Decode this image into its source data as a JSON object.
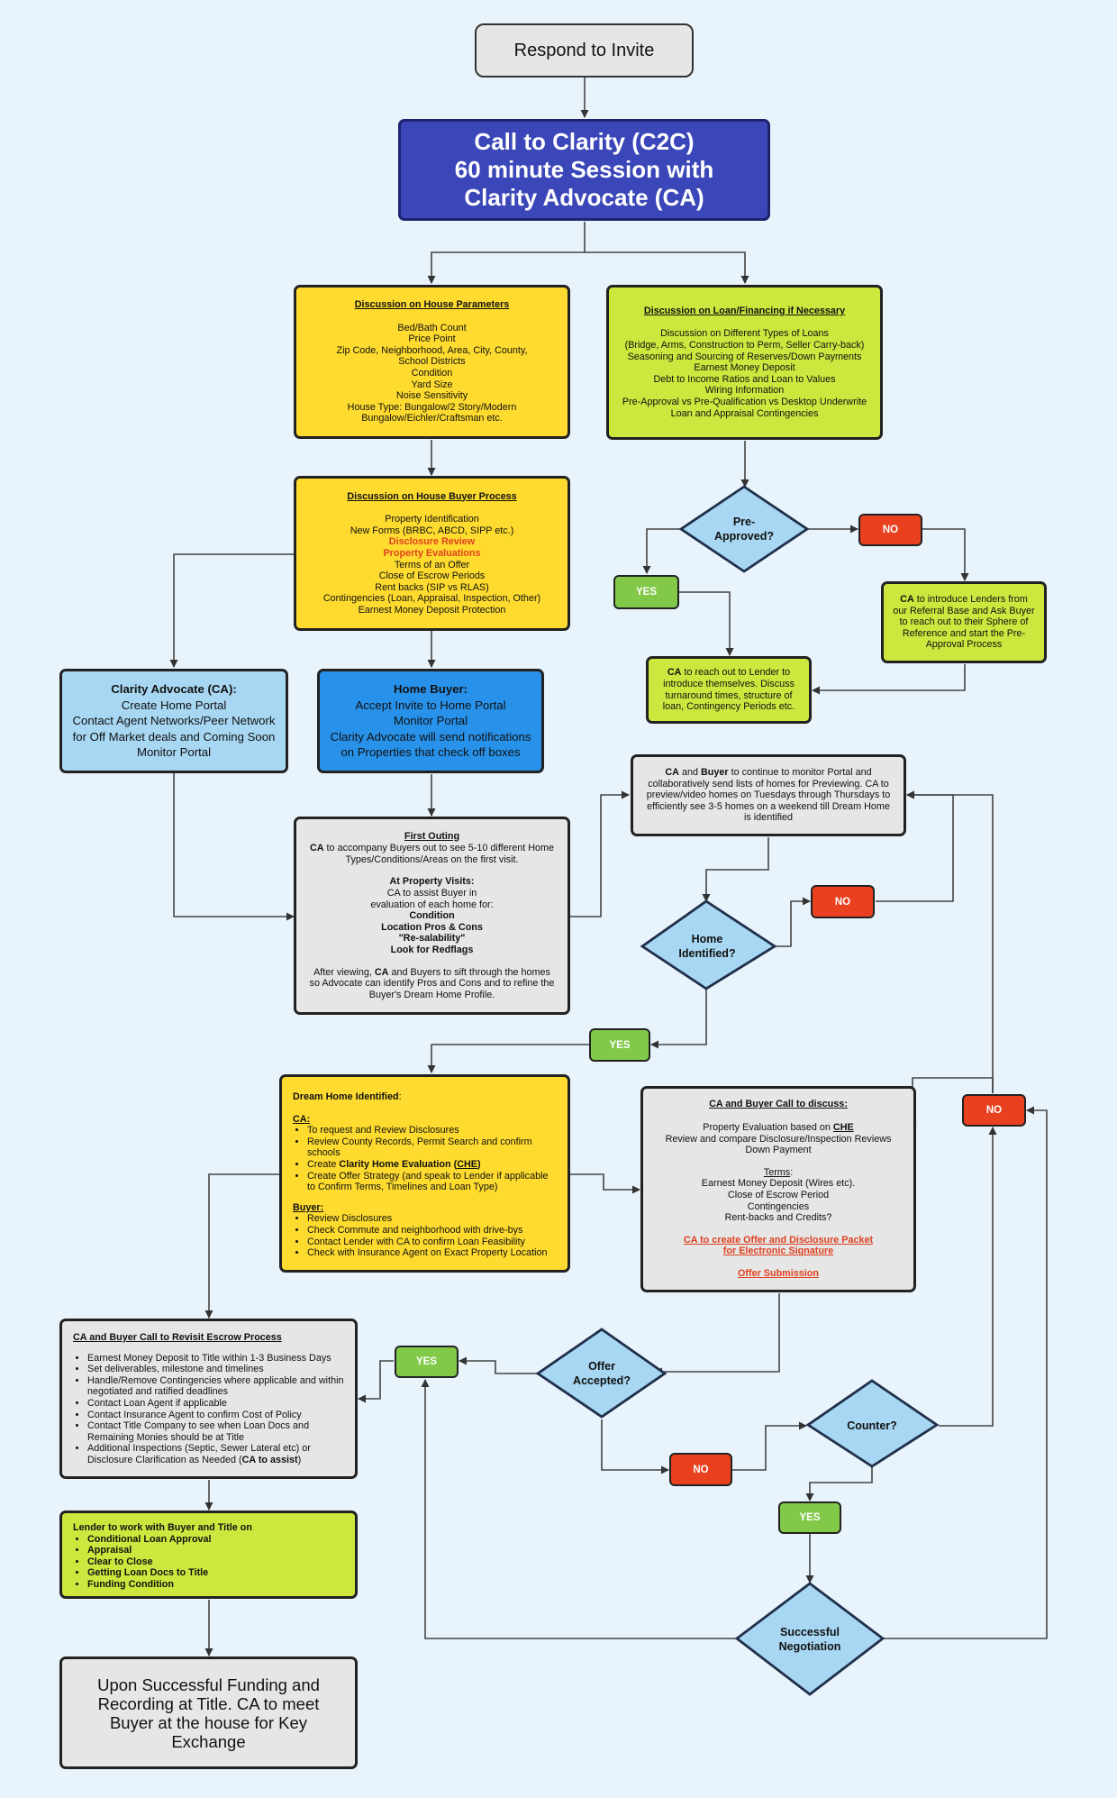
{
  "start": {
    "label": "Respond to Invite"
  },
  "c2c": {
    "line1": "Call to Clarity (C2C)",
    "line2": "60 minute Session with",
    "line3": "Clarity Advocate (CA)"
  },
  "house_params": {
    "title": "Discussion on House Parameters",
    "items": [
      "Bed/Bath Count",
      "Price Point",
      "Zip Code, Neighborhood, Area, City, County,",
      "School Districts",
      "Condition",
      "Yard Size",
      "Noise Sensitivity",
      "House Type: Bungalow/2 Story/Modern",
      "Bungalow/Eichler/Craftsman etc."
    ]
  },
  "loan": {
    "title": "Discussion on Loan/Financing if Necessary",
    "items": [
      "Discussion on Different Types of Loans",
      "(Bridge, Arms, Construction to Perm, Seller Carry-back)",
      "Seasoning and Sourcing of Reserves/Down Payments",
      "Earnest Money Deposit",
      "Debt to Income Ratios and Loan to Values",
      "Wiring Information",
      "Pre-Approval vs Pre-Qualification vs Desktop Underwrite",
      "Loan and Appraisal Contingencies"
    ]
  },
  "buyer_process": {
    "title": "Discussion on House Buyer Process",
    "item1": "Property Identification",
    "item2": "New Forms (BRBC, ABCD, SIPP etc.)",
    "item3": "Disclosure Review",
    "item4": "Property Evaluations",
    "item5": "Terms of an Offer",
    "item6": "Close of Escrow Periods",
    "item7": "Rent backs (SIP vs RLAS)",
    "item8": "Contingencies (Loan, Appraisal, Inspection, Other)",
    "item9": "Earnest Money Deposit Protection"
  },
  "pre_approved": {
    "line1": "Pre-",
    "line2": "Approved?",
    "no": "NO",
    "yes": "YES"
  },
  "ca_lenders": {
    "bold": "CA",
    "text": " to introduce Lenders from our Referral Base and Ask Buyer to reach out to their Sphere of Reference and start the Pre-Approval Process"
  },
  "ca_lender_reach": {
    "bold": "CA",
    "text": " to reach out to Lender to introduce themselves. Discuss turnaround times, structure of loan, Contingency Periods etc."
  },
  "clarity_advocate": {
    "title": "Clarity Advocate (CA):",
    "l1": "Create Home Portal",
    "l2": "Contact Agent Networks/Peer Network",
    "l3": "for Off Market deals and Coming Soon",
    "l4": "Monitor Portal"
  },
  "home_buyer": {
    "title": "Home Buyer:",
    "l1": "Accept Invite to Home Portal",
    "l2": "Monitor Portal",
    "l3": "Clarity Advocate will send notifications",
    "l4": "on Properties that check off boxes"
  },
  "first_outing": {
    "title": "First Outing",
    "ca": "CA",
    "l1": " to accompany Buyers out to see 5-10 different Home Types/Conditions/Areas on the first visit.",
    "visits": "At Property Visits:",
    "v1": "CA to assist Buyer in",
    "v2": "evaluation of each home for:",
    "b1": "Condition",
    "b2": "Location Pros & Cons",
    "b3": "\"Re-salability\"",
    "b4": "Look for Redflags",
    "after1": "After viewing, ",
    "after_ca": "CA",
    "after2": " and Buyers to sift through the homes so Advocate can identify Pros and Cons and to refine the Buyer's Dream Home Profile."
  },
  "monitor": {
    "b1": "CA",
    "t1": " and ",
    "b2": "Buyer",
    "t2": " to continue to monitor Portal and collaboratively send lists of homes for Previewing. CA to preview/video homes on Tuesdays through Thursdays to efficiently see 3-5 homes on a weekend till Dream Home is identified"
  },
  "home_identified": {
    "line1": "Home",
    "line2": "Identified?",
    "no": "NO",
    "yes": "YES"
  },
  "dream_home": {
    "title": "Dream Home Identified",
    "colon": ":",
    "ca_label": "CA",
    "ca_items": [
      "To request and Review Disclosures",
      "Review County Records, Permit Search and confirm schools"
    ],
    "ca_item3_pre": "Create ",
    "ca_item3_bold": "Clarity Home Evaluation (",
    "ca_item3_che": "CHE",
    "ca_item3_end": ")",
    "ca_item4": "Create Offer Strategy (and speak to Lender if applicable to Confirm Terms, Timelines and Loan Type)",
    "buyer_label": "Buyer",
    "buyer_items": [
      "Review Disclosures",
      "Check Commute and neighborhood with drive-bys",
      "Contact Lender with CA to confirm Loan Feasibility",
      "Check with Insurance Agent on Exact Property Location"
    ]
  },
  "ca_buyer_call": {
    "title": "CA and Buyer Call to discuss:",
    "p1": "Property Evaluation based on ",
    "p1_che": "CHE",
    "p2": "Review and compare Disclosure/Inspection Reviews",
    "p3": "Down Payment",
    "terms": "Terms",
    "terms_colon": ":",
    "t1": "Earnest Money Deposit (Wires etc).",
    "t2": "Close of Escrow Period",
    "t3": "Contingencies",
    "t4": "Rent-backs and Credits?",
    "red1": "CA to create Offer and Disclosure Packet",
    "red2": "for Electronic Signature",
    "red3": "Offer Submission"
  },
  "escrow": {
    "title": "CA and Buyer Call to Revisit Escrow Process",
    "items": [
      "Earnest Money Deposit to Title within 1-3 Business Days",
      "Set deliverables, milestone and timelines",
      "Handle/Remove Contingencies where applicable and within negotiated and ratified deadlines",
      "Contact Loan Agent if applicable",
      "Contact Insurance Agent to confirm Cost of Policy",
      "Contact Title Company to see when Loan Docs and Remaining Monies should be at Title"
    ],
    "last_pre": "Additional Inspections (Septic, Sewer Lateral etc) or Disclosure Clarification as Needed (",
    "last_bold": "CA to assist",
    "last_end": ")"
  },
  "offer_accepted": {
    "line1": "Offer",
    "line2": "Accepted?",
    "yes": "YES",
    "no": "NO"
  },
  "counter": {
    "label": "Counter?",
    "yes": "YES",
    "no": "NO"
  },
  "successful": {
    "line1": "Successful",
    "line2": "Negotiation"
  },
  "lender_title": {
    "title": "Lender to work with Buyer and Title on",
    "items": [
      "Conditional Loan Approval",
      "Appraisal",
      "Clear to Close",
      "Getting Loan Docs to Title",
      "Funding Condition"
    ]
  },
  "final": {
    "text": "Upon Successful Funding and Recording at Title. CA to meet Buyer at the house for Key Exchange"
  }
}
